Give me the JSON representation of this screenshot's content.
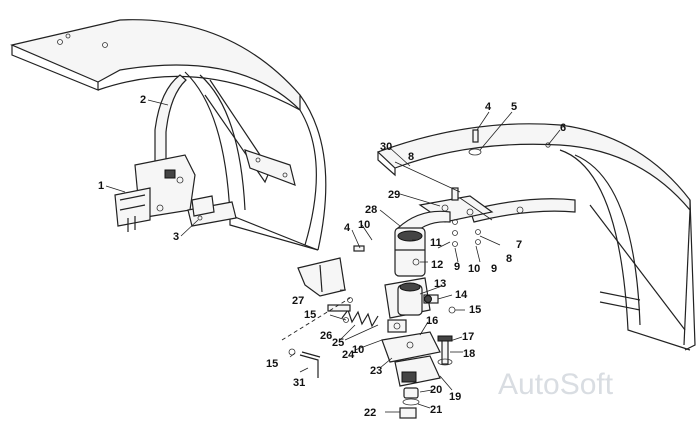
{
  "watermark": "AutoSoft",
  "callouts": [
    {
      "id": "1",
      "label": "1"
    },
    {
      "id": "2",
      "label": "2"
    },
    {
      "id": "3",
      "label": "3"
    },
    {
      "id": "4a",
      "label": "4"
    },
    {
      "id": "4b",
      "label": "4"
    },
    {
      "id": "5",
      "label": "5"
    },
    {
      "id": "6",
      "label": "6"
    },
    {
      "id": "7",
      "label": "7"
    },
    {
      "id": "8a",
      "label": "8"
    },
    {
      "id": "8b",
      "label": "8"
    },
    {
      "id": "9a",
      "label": "9"
    },
    {
      "id": "9b",
      "label": "9"
    },
    {
      "id": "10a",
      "label": "10"
    },
    {
      "id": "10b",
      "label": "10"
    },
    {
      "id": "10c",
      "label": "10"
    },
    {
      "id": "11",
      "label": "11"
    },
    {
      "id": "12",
      "label": "12"
    },
    {
      "id": "13",
      "label": "13"
    },
    {
      "id": "14",
      "label": "14"
    },
    {
      "id": "15a",
      "label": "15"
    },
    {
      "id": "15b",
      "label": "15"
    },
    {
      "id": "15c",
      "label": "15"
    },
    {
      "id": "16",
      "label": "16"
    },
    {
      "id": "17",
      "label": "17"
    },
    {
      "id": "18",
      "label": "18"
    },
    {
      "id": "19",
      "label": "19"
    },
    {
      "id": "20",
      "label": "20"
    },
    {
      "id": "21",
      "label": "21"
    },
    {
      "id": "22",
      "label": "22"
    },
    {
      "id": "23",
      "label": "23"
    },
    {
      "id": "24",
      "label": "24"
    },
    {
      "id": "25",
      "label": "25"
    },
    {
      "id": "26",
      "label": "26"
    },
    {
      "id": "27",
      "label": "27"
    },
    {
      "id": "28",
      "label": "28"
    },
    {
      "id": "29",
      "label": "29"
    },
    {
      "id": "30",
      "label": "30"
    },
    {
      "id": "31",
      "label": "31"
    }
  ]
}
